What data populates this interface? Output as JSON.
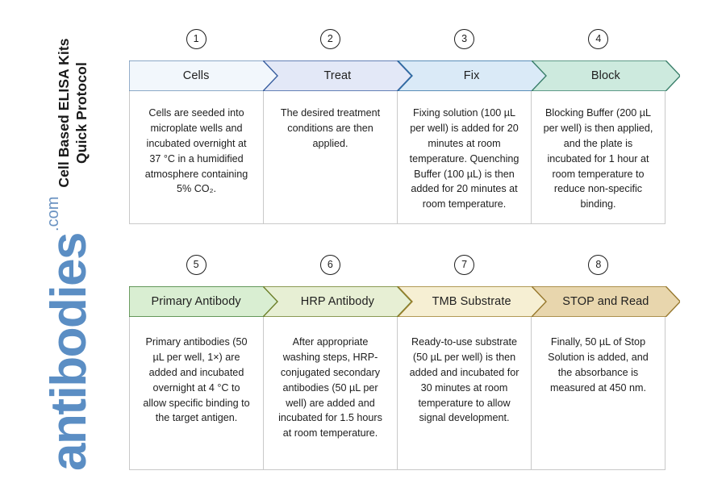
{
  "title": {
    "line1": "Cell Based ELISA Kits",
    "line2": "Quick Protocol"
  },
  "logo": {
    "word": "antibodies",
    "suffix": ".com",
    "color": "#5b8ec4"
  },
  "rows": [
    {
      "name": "row-1",
      "steps": [
        {
          "number": "1",
          "label": "Cells",
          "fill": "#f2f7fc",
          "stroke": "#6b8fb5",
          "text": "Cells are seeded into microplate wells and incubated overnight at 37 °C in a humidified atmosphere containing 5% CO₂."
        },
        {
          "number": "2",
          "label": "Treat",
          "fill": "#e3e8f7",
          "stroke": "#3a5fa0",
          "text": "The desired treatment conditions are then applied."
        },
        {
          "number": "3",
          "label": "Fix",
          "fill": "#daeaf7",
          "stroke": "#2f6ea3",
          "text": "Fixing solution (100 µL per well) is added for 20 minutes at room temperature. Quenching Buffer (100 µL) is then added for 20 minutes at room temperature."
        },
        {
          "number": "4",
          "label": "Block",
          "fill": "#cdeade",
          "stroke": "#3a7f6a",
          "text": "Blocking Buffer (200 µL per well) is then applied, and the plate is incubated for 1 hour at room temperature to reduce non-specific binding."
        }
      ]
    },
    {
      "name": "row-2",
      "steps": [
        {
          "number": "5",
          "label": "Primary Antibody",
          "fill": "#d9eed2",
          "stroke": "#3d7a33",
          "text": "Primary antibodies (50 µL per well, 1×) are added and incubated overnight at 4 °C to allow specific binding to the target antigen."
        },
        {
          "number": "6",
          "label": "HRP Antibody",
          "fill": "#e7efd4",
          "stroke": "#6d7f2a",
          "text": "After appropriate washing steps, HRP-conjugated secondary antibodies (50 µL per well) are added and incubated for 1.5 hours at room temperature."
        },
        {
          "number": "7",
          "label": "TMB Substrate",
          "fill": "#f6efd3",
          "stroke": "#9a7f2d",
          "text": "Ready-to-use substrate (50 µL per well) is then added and incubated for 30 minutes at room temperature to allow signal development."
        },
        {
          "number": "8",
          "label": "STOP and Read",
          "fill": "#e8d6ad",
          "stroke": "#97782e",
          "text": "Finally, 50 µL of Stop Solution is added, and the absorbance is measured at 450 nm."
        }
      ]
    }
  ]
}
